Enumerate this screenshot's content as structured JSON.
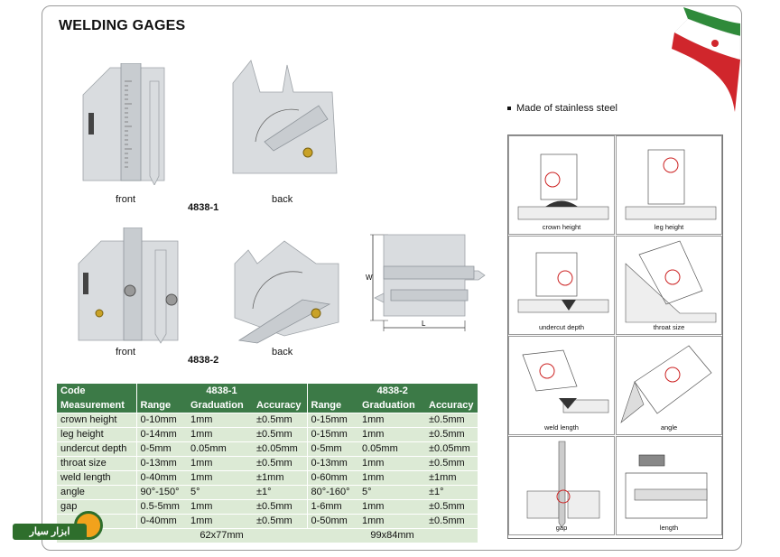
{
  "title": "WELDING GAGES",
  "gauges": {
    "set1": {
      "front_label": "front",
      "back_label": "back",
      "code": "4838-1"
    },
    "set2": {
      "front_label": "front",
      "back_label": "back",
      "code": "4838-2"
    }
  },
  "dimension_drawing": {
    "width_label": "W",
    "length_label": "L"
  },
  "note": "Made of stainless steel",
  "usage": [
    {
      "caption": "crown height"
    },
    {
      "caption": "leg height"
    },
    {
      "caption": "undercut depth"
    },
    {
      "caption": "throat size"
    },
    {
      "caption": "weld length"
    },
    {
      "caption": "angle"
    },
    {
      "caption": "gap"
    },
    {
      "caption": "length"
    }
  ],
  "table": {
    "code_label": "Code",
    "codes": [
      "4838-1",
      "4838-2"
    ],
    "measurement_label": "Measurement",
    "sub_headers": [
      "Range",
      "Graduation",
      "Accuracy",
      "Range",
      "Graduation",
      "Accuracy"
    ],
    "rows": [
      {
        "measurement": "crown height",
        "cells": [
          "0-10mm",
          "1mm",
          "±0.5mm",
          "0-15mm",
          "1mm",
          "±0.5mm"
        ]
      },
      {
        "measurement": "leg height",
        "cells": [
          "0-14mm",
          "1mm",
          "±0.5mm",
          "0-15mm",
          "1mm",
          "±0.5mm"
        ]
      },
      {
        "measurement": "undercut depth",
        "cells": [
          "0-5mm",
          "0.05mm",
          "±0.05mm",
          "0-5mm",
          "0.05mm",
          "±0.05mm"
        ]
      },
      {
        "measurement": "throat size",
        "cells": [
          "0-13mm",
          "1mm",
          "±0.5mm",
          "0-13mm",
          "1mm",
          "±0.5mm"
        ]
      },
      {
        "measurement": "weld length",
        "cells": [
          "0-40mm",
          "1mm",
          "±1mm",
          "0-60mm",
          "1mm",
          "±1mm"
        ]
      },
      {
        "measurement": "angle",
        "cells": [
          "90°-150°",
          "5°",
          "±1°",
          "80°-160°",
          "5°",
          "±1°"
        ]
      },
      {
        "measurement": "gap",
        "cells": [
          "0.5-5mm",
          "1mm",
          "±0.5mm",
          "1-6mm",
          "1mm",
          "±0.5mm"
        ]
      },
      {
        "measurement": "",
        "cells": [
          "0-40mm",
          "1mm",
          "±0.5mm",
          "0-50mm",
          "1mm",
          "±0.5mm"
        ]
      }
    ],
    "sizes": [
      "62x77mm",
      "99x84mm"
    ]
  },
  "shop_logo_text": "ابزار سیار",
  "colors": {
    "table_header": "#3c7a47",
    "table_body": "#dcead5",
    "flag_green": "#2f8a3a",
    "flag_red": "#d0262c"
  }
}
